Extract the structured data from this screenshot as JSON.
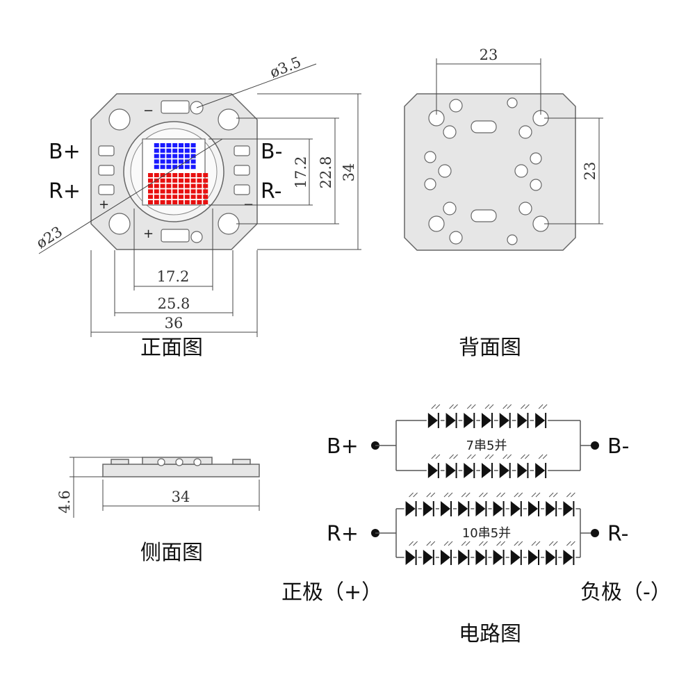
{
  "front_view": {
    "caption": "正面图",
    "pins": {
      "b_plus": "B+",
      "r_plus": "R+",
      "b_minus": "B-",
      "r_minus": "R-"
    },
    "marks": {
      "plus": "+",
      "minus": "−"
    },
    "dims": {
      "hole": "ø3.5",
      "circle": "ø23",
      "emitter_w": "17.2",
      "pad_span": "25.8",
      "board_w": "36",
      "emitter_h": "17.2",
      "inner_h": "22.8",
      "board_h": "34"
    },
    "colors": {
      "blue_leds": "#1a1aff",
      "red_leds": "#e81010"
    }
  },
  "back_view": {
    "caption": "背面图",
    "dims": {
      "hole_x": "23",
      "hole_y": "23"
    }
  },
  "side_view": {
    "caption": "侧面图",
    "dims": {
      "thickness": "4.6",
      "length": "34"
    }
  },
  "circuit": {
    "caption": "电路图",
    "blue": {
      "plus": "B+",
      "minus": "B-",
      "config": "7串5并",
      "leds_per_string": 7
    },
    "red": {
      "plus": "R+",
      "minus": "R-",
      "config": "10串5并",
      "leds_per_string": 10
    },
    "positive_label": "正极（+）",
    "negative_label": "负极（-）"
  }
}
